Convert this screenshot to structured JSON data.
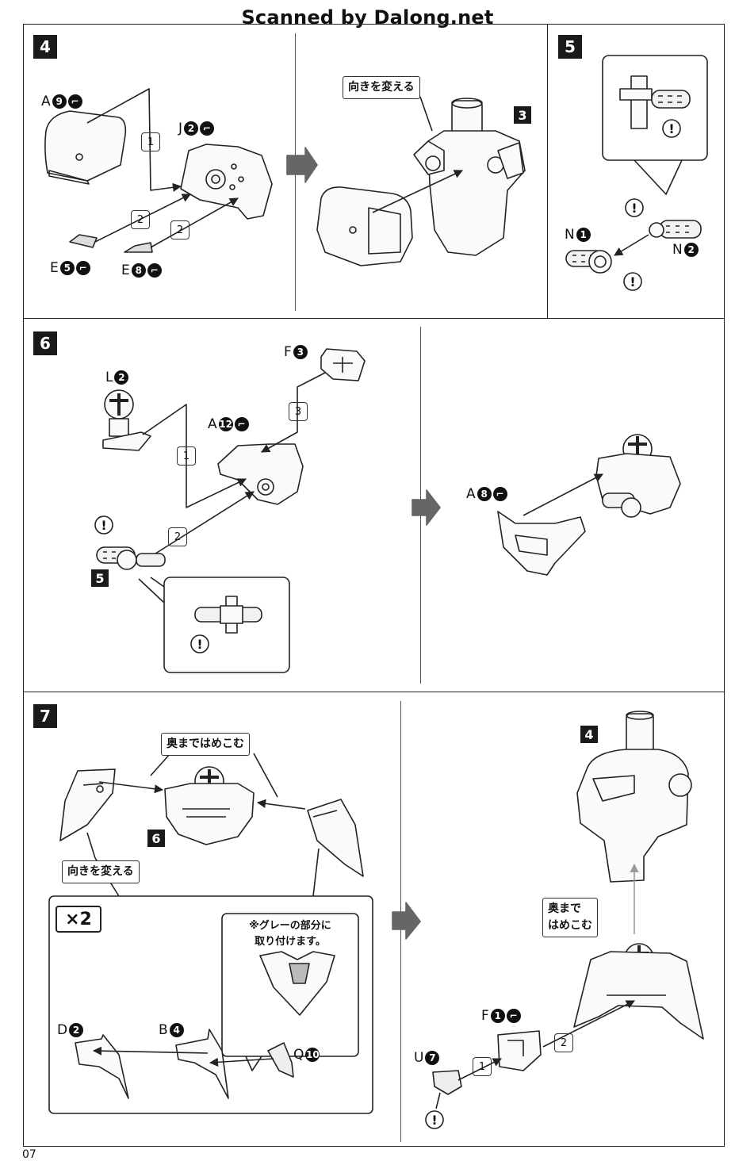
{
  "header": {
    "text": "Scanned by Dalong.net"
  },
  "page_number": "07",
  "steps": {
    "s4": {
      "badge": "4",
      "parts": [
        {
          "letter": "A",
          "num": "9"
        },
        {
          "letter": "J",
          "num": "2"
        },
        {
          "letter": "E",
          "num": "5"
        },
        {
          "letter": "E",
          "num": "8"
        }
      ],
      "order": [
        "1",
        "2",
        "2"
      ],
      "note": "向きを変える",
      "ref": "3"
    },
    "s5": {
      "badge": "5",
      "parts": [
        {
          "letter": "N",
          "num": "1"
        },
        {
          "letter": "N",
          "num": "2"
        }
      ]
    },
    "s6": {
      "badge": "6",
      "parts": [
        {
          "letter": "L",
          "num": "2"
        },
        {
          "letter": "F",
          "num": "3"
        },
        {
          "letter": "A",
          "num": "12"
        },
        {
          "letter": "A",
          "num": "8"
        }
      ],
      "order": [
        "1",
        "2",
        "3"
      ],
      "ref": "5"
    },
    "s7": {
      "badge": "7",
      "note_push": "奥まではめこむ",
      "note_turn": "向きを変える",
      "ref_left": "6",
      "ref_right": "4",
      "multiplier": "×2",
      "gray_note": [
        "※グレーの部分に",
        "取り付けます。"
      ],
      "parts": [
        {
          "letter": "D",
          "num": "2"
        },
        {
          "letter": "B",
          "num": "4"
        },
        {
          "letter": "Q",
          "num": "10"
        },
        {
          "letter": "F",
          "num": "1"
        },
        {
          "letter": "U",
          "num": "7"
        }
      ],
      "note_push2": [
        "奥まで",
        "はめこむ"
      ],
      "order": [
        "1",
        "2"
      ]
    }
  },
  "icons": [
    "warning-icon",
    "cut-icon",
    "arrow-right-icon"
  ]
}
